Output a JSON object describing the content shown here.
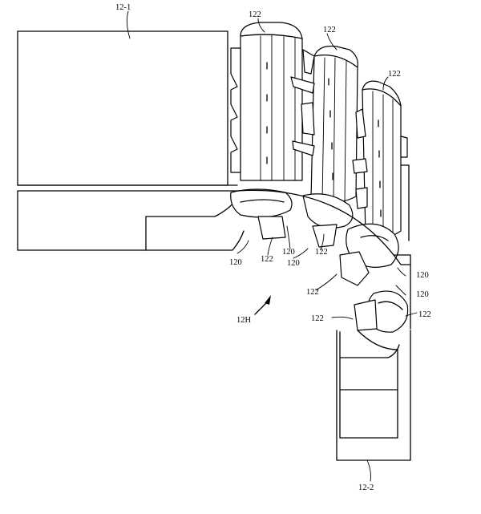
{
  "figure": {
    "labels": {
      "top_band": "12-1",
      "bottom_band": "12-2",
      "hinge": "12H",
      "link_top_1": "122",
      "link_top_2": "122",
      "link_top_3": "122",
      "pin_1": "120",
      "link_mid_1": "122",
      "pin_2": "120",
      "pin_3": "120",
      "link_mid_2": "122",
      "link_mid_3": "122",
      "pin_4": "120",
      "pin_5": "120",
      "link_low_1": "122",
      "link_low_2": "122"
    }
  }
}
